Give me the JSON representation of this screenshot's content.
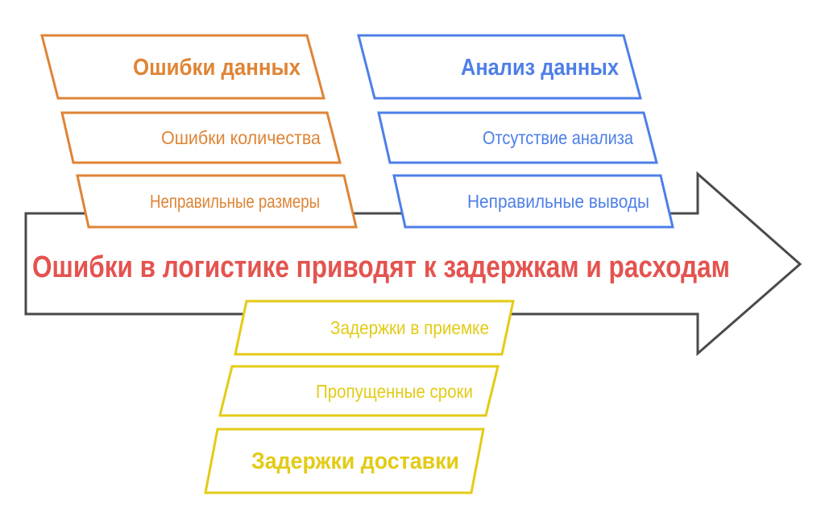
{
  "diagram": {
    "type": "fishbone-arrow",
    "background": "#FFFFFF",
    "arrow": {
      "label": "Ошибки в логистике приводят к задержкам и расходам",
      "label_color": "#E4534F",
      "outline_color": "#4A4A4A"
    },
    "branches": [
      {
        "label": "Ошибки данных",
        "color": "#DF8435",
        "position": "top-left",
        "items": [
          "Ошибки количества",
          "Неправильные размеры"
        ]
      },
      {
        "label": "Анализ данных",
        "color": "#4E7FE8",
        "position": "top-right",
        "items": [
          "Отсутствие анализа",
          "Неправильные выводы"
        ]
      },
      {
        "label": "Задержки доставки",
        "color": "#E3CB16",
        "position": "bottom",
        "items": [
          "Задержки в приемке",
          "Пропущенные сроки"
        ]
      }
    ]
  }
}
